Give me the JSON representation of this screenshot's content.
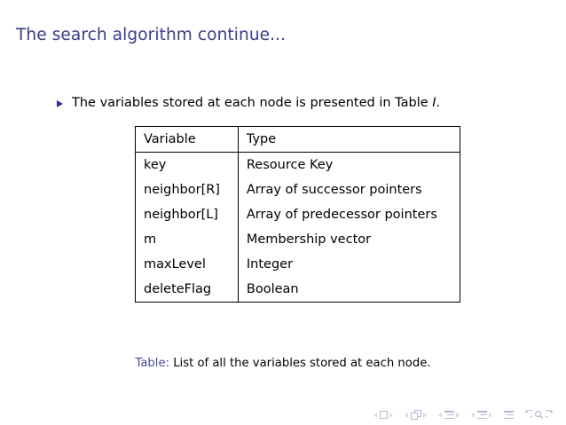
{
  "slide": {
    "title": "The search algorithm continue...",
    "title_color": "#3b3b8c",
    "background_color": "#ffffff"
  },
  "bullet": {
    "marker": "triangle-right",
    "marker_color": "#2e2e8f",
    "text_before": "The variables stored at each node is presented in Table ",
    "text_emphasis": "I",
    "text_after": "."
  },
  "table": {
    "headers": [
      "Variable",
      "Type"
    ],
    "rows": [
      [
        "key",
        "Resource Key"
      ],
      [
        "neighbor[R]",
        "Array of successor pointers"
      ],
      [
        "neighbor[L]",
        "Array of predecessor pointers"
      ],
      [
        "m",
        "Membership vector"
      ],
      [
        "maxLevel",
        "Integer"
      ],
      [
        "deleteFlag",
        "Boolean"
      ]
    ]
  },
  "caption": {
    "label": "Table:",
    "label_color": "#4a4a94",
    "text": " List of all the variables stored at each node."
  },
  "navigation": {
    "icons": [
      "slide-prev-arrow-icon",
      "slide-square-icon",
      "slide-next-arrow-icon",
      "frame-prev-arrow-icon",
      "frame-double-square-icon",
      "frame-next-arrow-icon",
      "subsection-prev-arrow-icon",
      "subsection-lines-icon",
      "subsection-next-arrow-icon",
      "section-prev-arrow-icon",
      "section-lines-icon",
      "section-next-arrow-icon",
      "presentation-lines-icon",
      "back-arrow-icon",
      "search-icon",
      "forward-arrow-icon"
    ],
    "color": "#b5b5d2"
  }
}
